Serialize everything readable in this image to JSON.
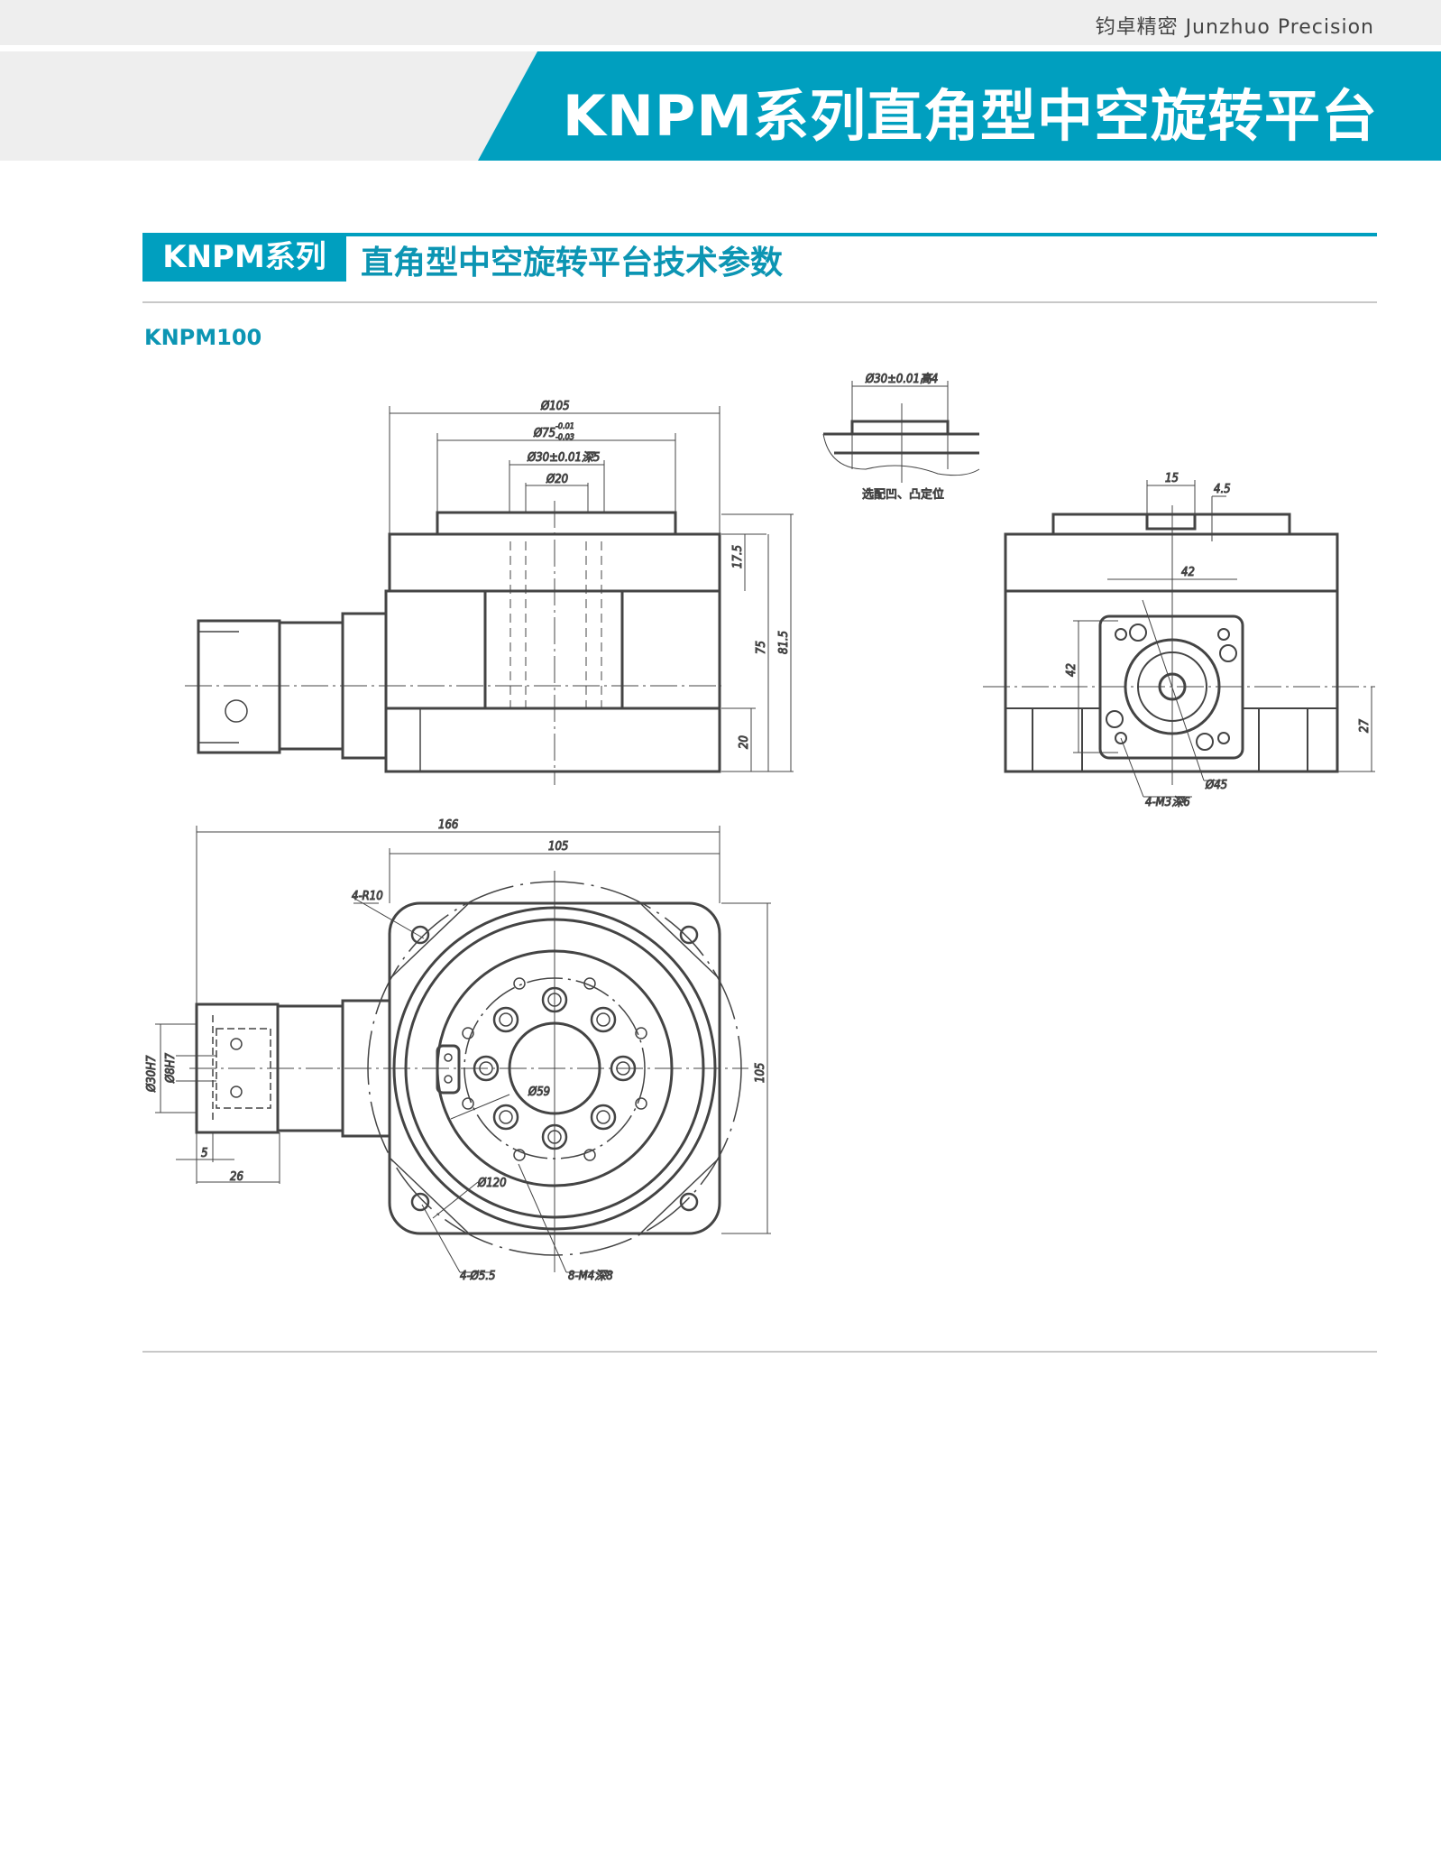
{
  "header": {
    "brand": "钧卓精密 Junzhuo Precision",
    "banner_title": "KNPM系列直角型中空旋转平台",
    "accent_color": "#009fbf"
  },
  "section": {
    "tag": "KNPM系列",
    "title": "直角型中空旋转平台技术参数",
    "model": "KNPM100"
  },
  "drawing": {
    "front_view": {
      "dims": {
        "d105": "Ø105",
        "d75": "Ø75",
        "d75_tol_upper": "-0.01",
        "d75_tol_lower": "-0.03",
        "d30": "Ø30±0.01深5",
        "d20": "Ø20",
        "h17_5": "17.5",
        "h75": "75",
        "h81_5": "81.5",
        "h20": "20"
      }
    },
    "detail_view": {
      "dim": "Ø30±0.01高4",
      "note": "选配凹、凸定位"
    },
    "side_view": {
      "dims": {
        "w15": "15",
        "h4_5": "4.5",
        "w42": "42",
        "h42": "42",
        "h27": "27",
        "d45": "Ø45",
        "holes": "4-M3深6"
      }
    },
    "top_view": {
      "dims": {
        "w166": "166",
        "w105": "105",
        "h105": "105",
        "r10": "4-R10",
        "d59": "Ø59",
        "d120": "Ø120",
        "d30h7": "Ø30H7",
        "d8h7": "Ø8H7",
        "l5": "5",
        "l26": "26",
        "mount_holes": "4-Ø5.5",
        "thread_holes": "8-M4深8"
      }
    }
  }
}
